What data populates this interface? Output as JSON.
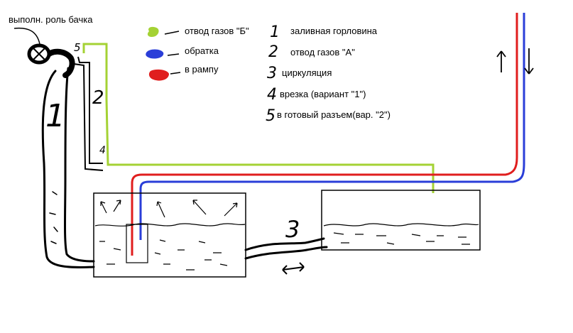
{
  "diagram": {
    "top_left_label": "выполн. роль бачка",
    "legend": [
      {
        "label": "отвод газов \"Б\"",
        "color": "#a4d234"
      },
      {
        "label": "обратка",
        "color": "#2a3ed8"
      },
      {
        "label": "в рампу",
        "color": "#e01e1e"
      }
    ],
    "numbered": [
      {
        "num": "1",
        "label": "заливная горловина"
      },
      {
        "num": "2",
        "label": "отвод газов \"А\""
      },
      {
        "num": "3",
        "label": "циркуляция"
      },
      {
        "num": "4",
        "label": "врезка (вариант \"1\")"
      },
      {
        "num": "5",
        "label": "в готовый разъем(вар. \"2\")"
      }
    ],
    "markers": {
      "one": "1",
      "two": "2",
      "three": "3",
      "four": "4",
      "five": "5"
    },
    "colors": {
      "gas_line": "#a4d234",
      "return_line": "#2a3ed8",
      "ramp_line": "#e01e1e",
      "ink": "#000000"
    }
  }
}
